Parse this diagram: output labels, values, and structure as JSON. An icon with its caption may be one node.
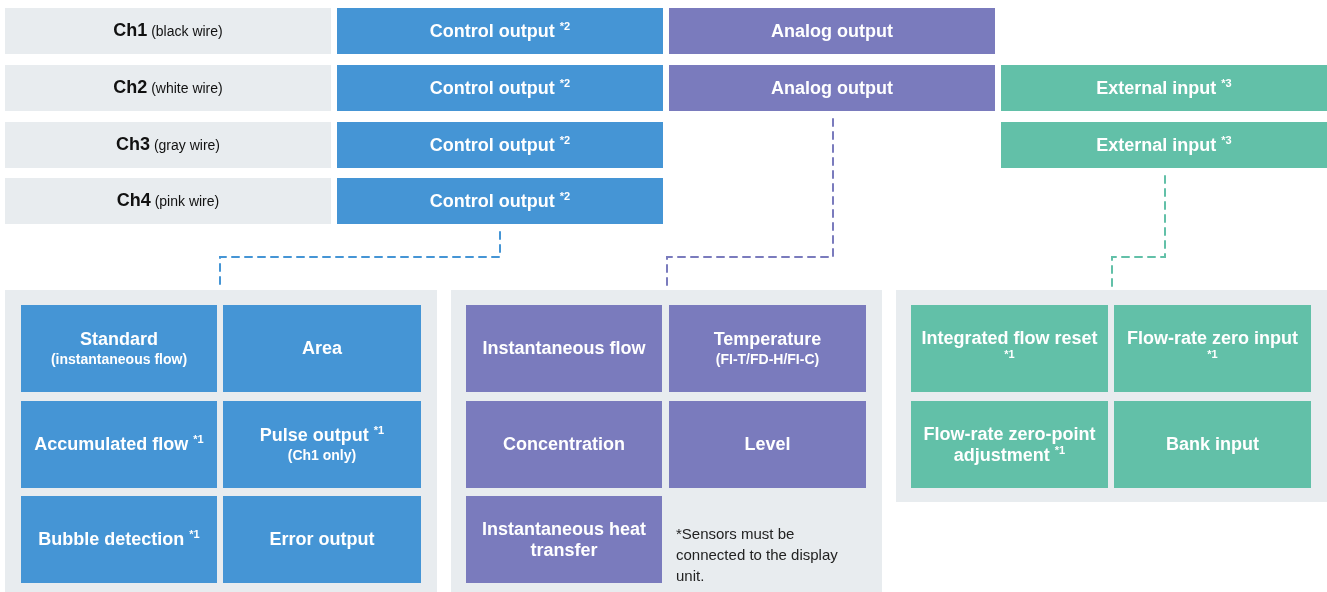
{
  "diagram": {
    "nodes": [
      {
        "text": [
          "**Ch1** (black wire)"
        ]
      },
      {
        "text": [
          "Control output $^{*2}$"
        ]
      },
      {
        "text": [
          "Analog output"
        ]
      },
      {
        "text": [
          "**Ch2** (white wire)"
        ]
      },
      {
        "text": [
          "Control output $^{*2}$"
        ]
      },
      {
        "text": [
          "Analog output"
        ]
      },
      {
        "text": [
          "External input $^{*3}$"
        ]
      },
      {
        "text": [
          "**Ch3** (gray wire)"
        ]
      },
      {
        "text": [
          "Control output $^{*2}$"
        ]
      },
      {
        "text": [
          "External input $^{*3}$"
        ]
      },
      {
        "text": [
          "**Ch4** (pink wire)"
        ]
      },
      {
        "text": [
          "Control output $^{*2}$"
        ]
      },
      {
        "text": [],
        "shape": "box"
      },
      {
        "text": [
          "Standard",
          "(instantaneous flow)"
        ],
        "in": 12
      },
      {
        "text": [
          "Area"
        ],
        "in": 12
      },
      {
        "text": [
          "Accumulated flow $^{*1}$"
        ],
        "in": 12
      },
      {
        "text": [
          "Pulse output $^{*1}$",
          "(Ch1 only)"
        ],
        "in": 12
      },
      {
        "text": [
          "Bubble detection $^{*1}$"
        ],
        "in": 12
      },
      {
        "text": [
          "Error output"
        ],
        "in": 12
      },
      {
        "text": [],
        "shape": "box"
      },
      {
        "text": [
          "Instantaneous flow"
        ],
        "in": 19
      },
      {
        "text": [
          "Temperature",
          "(FI-T/FD-H/FI-C)"
        ],
        "in": 19
      },
      {
        "text": [
          "Concentration"
        ],
        "in": 19
      },
      {
        "text": [
          "Level"
        ],
        "in": 19
      },
      {
        "text": [
          "Instantaneous heat transfer"
        ],
        "in": 19
      },
      {
        "text": [],
        "shape": "box"
      },
      {
        "text": [
          "Integrated flow reset $^{*1}$"
        ],
        "in": 25
      },
      {
        "text": [
          "Flow-rate zero input $^{*1}$"
        ],
        "in": 25
      },
      {
        "text": [
          "Flow-rate zero-point adjustment $^{*1}$"
        ],
        "in": 25
      },
      {
        "text": [
          "Bank input"
        ],
        "in": 25
      }
    ],
    "edges": [
      {
        "from": 11,
        "to": 12,
        "arrow": "none",
        "style": "dashed",
        "color": "#4595d5"
      },
      {
        "from": 5,
        "to": 19,
        "arrow": "none",
        "style": "dashed",
        "color": "#7a7bbd"
      },
      {
        "from": 9,
        "to": 25,
        "arrow": "none",
        "style": "dashed",
        "color": "#62c0a8"
      }
    ],
    "labels": [
      "*Sensors must be connected to the display unit."
    ]
  }
}
